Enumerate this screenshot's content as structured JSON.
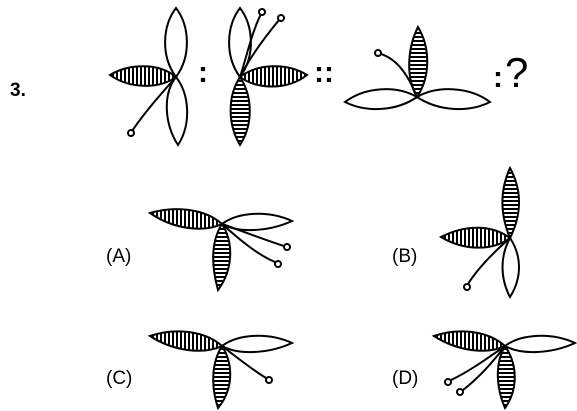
{
  "question": {
    "number": "3.",
    "ratio_separator": ":",
    "analogy_separator": "::",
    "unknown": "?"
  },
  "options": [
    {
      "label": "(A)"
    },
    {
      "label": "(B)"
    },
    {
      "label": "(C)"
    },
    {
      "label": "(D)"
    }
  ]
}
